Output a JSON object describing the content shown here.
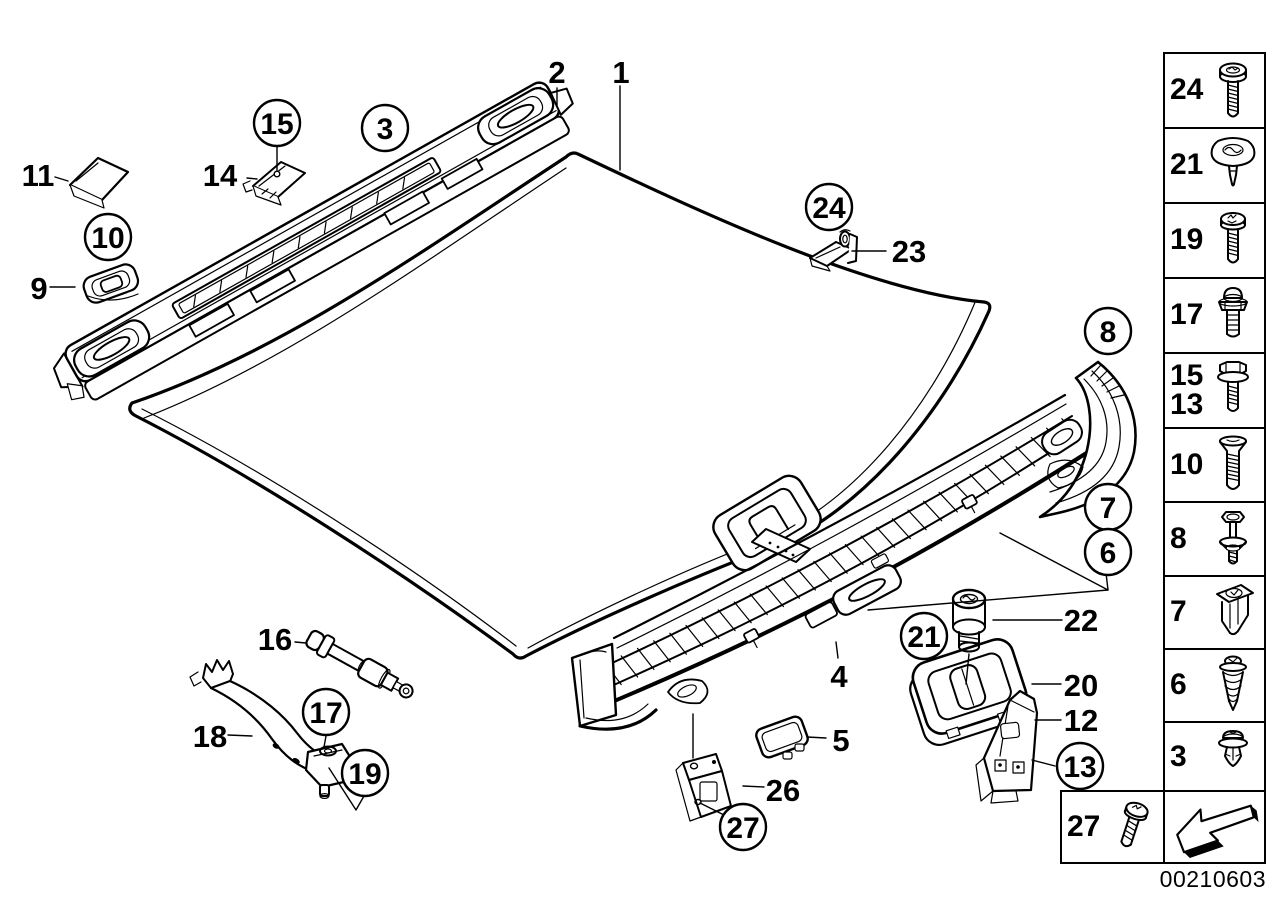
{
  "page": {
    "background": "#ffffff",
    "line_color": "#000000"
  },
  "catalog_number": "00210603",
  "labels": {
    "1": "1",
    "2": "2",
    "3": "3",
    "4": "4",
    "5": "5",
    "6": "6",
    "7": "7",
    "8": "8",
    "9": "9",
    "10": "10",
    "11": "11",
    "12": "12",
    "13": "13",
    "14": "14",
    "15": "15",
    "16": "16",
    "17": "17",
    "18": "18",
    "19": "19",
    "20": "20",
    "21": "21",
    "22": "22",
    "23": "23",
    "24": "24",
    "26": "26",
    "27": "27"
  },
  "sidebar": {
    "rows": [
      {
        "nums": [
          "24"
        ],
        "icon": "washer-head-screw-icon"
      },
      {
        "nums": [
          "21"
        ],
        "icon": "body-bolt-icon"
      },
      {
        "nums": [
          "19"
        ],
        "icon": "torx-pan-screw-icon"
      },
      {
        "nums": [
          "17"
        ],
        "icon": "expanding-rivet-icon"
      },
      {
        "nums": [
          "15",
          "13"
        ],
        "icon": "hex-flange-bolt-icon"
      },
      {
        "nums": [
          "10"
        ],
        "icon": "countersunk-screw-icon"
      },
      {
        "nums": [
          "8"
        ],
        "icon": "pin-rivet-icon"
      },
      {
        "nums": [
          "7"
        ],
        "icon": "expansion-nut-icon"
      },
      {
        "nums": [
          "6"
        ],
        "icon": "tapping-screw-icon"
      },
      {
        "nums": [
          "3"
        ],
        "icon": "push-clip-icon"
      }
    ],
    "bottom_left": {
      "nums": [
        "27"
      ],
      "icon": "torx-screw-icon"
    },
    "arrow": {
      "icon": "direction-arrow-icon"
    }
  }
}
